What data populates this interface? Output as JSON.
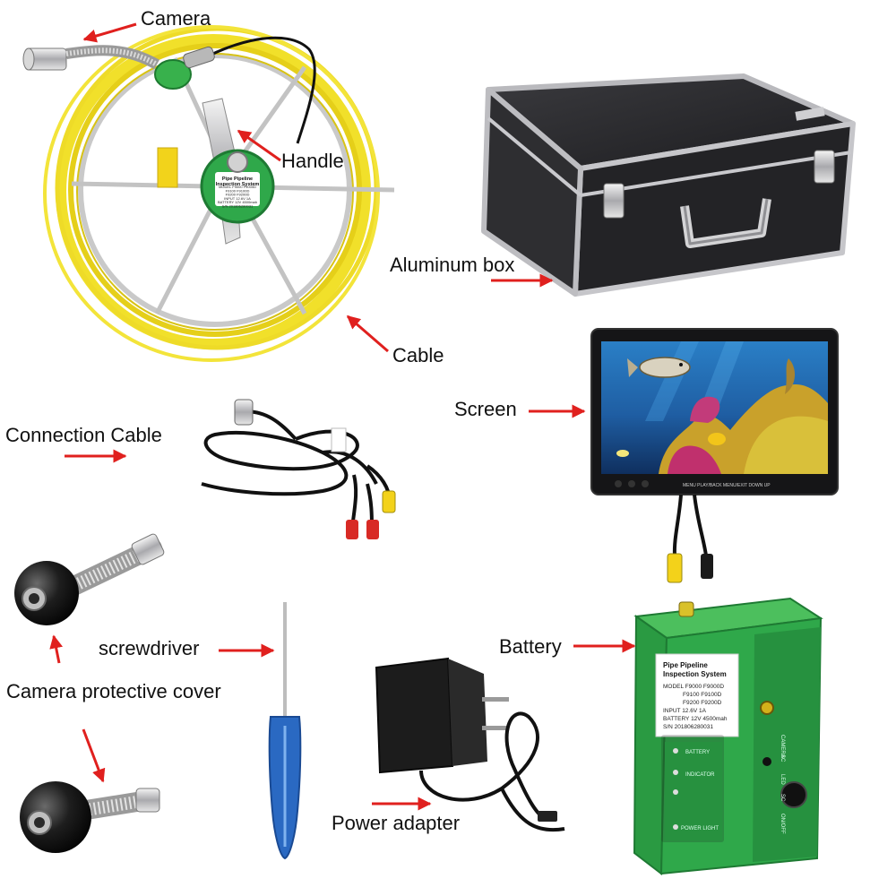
{
  "labels": {
    "camera": "Camera",
    "handle": "Handle",
    "aluminum_box": "Aluminum box",
    "cable": "Cable",
    "connection_cable": "Connection Cable",
    "screen": "Screen",
    "screwdriver": "screwdriver",
    "battery": "Battery",
    "camera_protective_cover": "Camera protective cover",
    "power_adapter": "Power adapter"
  },
  "reel_tag": {
    "title": "Pipe Pipeline\nInspection System",
    "info": "MODEL F9000 F9000D\nF9100 F9100D\nF9200 F9200D\nINPUT 12.6V 1A\nBATTERY 12V 4500mah\nS/N 201806280031"
  },
  "battery_tag": {
    "title": "Pipe Pipeline",
    "subtitle": "Inspection System",
    "lines": [
      "MODEL F9000  F9000D",
      "F9100  F9100D",
      "F9200  F9200D",
      "INPUT 12.6V 1A",
      "BATTERY 12V 4500mah",
      "S/N 201806280031"
    ]
  },
  "battery_panel": {
    "battery": "BATTERY",
    "indicator": "INDICATOR",
    "power_light": "POWER LIGHT"
  },
  "battery_side": [
    "CAMERA",
    "SC",
    "LED",
    "SC",
    "ON/OFF"
  ],
  "monitor_buttons": [
    "MENU",
    "PLAY/BACK",
    "MENU/EXIT",
    "DOWN",
    "UP"
  ],
  "colors": {
    "arrow": "#e0201e",
    "cable_yellow": "#f1e02a",
    "battery_green": "#2fa84a",
    "case_dark": "#2b2b2e",
    "case_rim": "#c8c8cc"
  }
}
